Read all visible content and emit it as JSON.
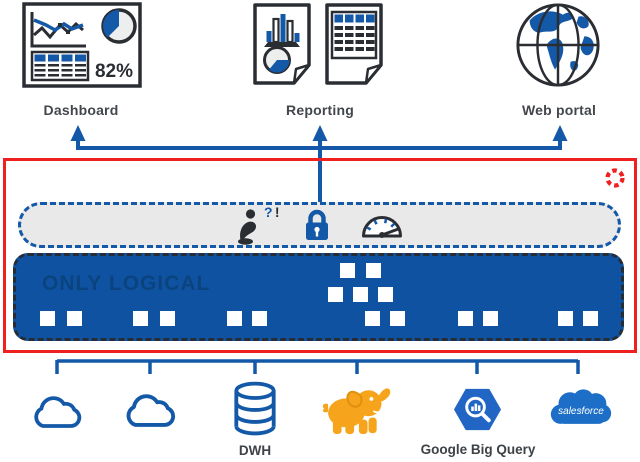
{
  "colors": {
    "primary_blue": "#1459a8",
    "layer_bar_blue": "#0e52a1",
    "dark_stroke": "#2a2e33",
    "alert_red": "#ee2120",
    "governance_bar_gray": "#e9e9e9",
    "hadoop_yellow": "#f7a41d",
    "bigquery_blue": "#2166c4",
    "salesforce_blue": "#1c6ec6",
    "only_logical_text": "#0b437f"
  },
  "outputs": {
    "dashboard": {
      "label": "Dashboard",
      "stat": "82%"
    },
    "reporting": {
      "label": "Reporting"
    },
    "web_portal": {
      "label": "Web portal"
    }
  },
  "governance": {
    "question": "?",
    "exclamation": "!"
  },
  "virtual_layer": {
    "label": "ONLY LOGICAL"
  },
  "sources": {
    "dwh": {
      "label": "DWH"
    },
    "google_big_query": {
      "label": "Google Big Query"
    },
    "salesforce": {
      "logo_text": "salesforce"
    }
  },
  "icons": {
    "top": [
      "dashboard-icon",
      "report-chart-page-icon",
      "report-table-page-icon",
      "globe-icon"
    ],
    "governance": [
      "confused-user-icon",
      "lock-icon",
      "gauge-icon",
      "broken-circle-icon"
    ],
    "sources": [
      "cloud-icon",
      "cloud-icon",
      "database-cylinder-icon",
      "hadoop-elephant-icon",
      "bigquery-hexagon-icon",
      "salesforce-cloud-icon"
    ]
  }
}
